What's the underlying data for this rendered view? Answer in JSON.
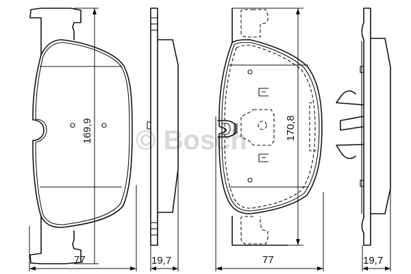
{
  "watermark": {
    "text": "© Bosch",
    "color": "#d0d0d0"
  },
  "views": [
    {
      "id": "front-view-1",
      "height_label": "169,9",
      "width_label": "77"
    },
    {
      "id": "side-view-1",
      "thickness_label": "19,7"
    },
    {
      "id": "front-view-2",
      "height_label": "170,8",
      "width_label": "77"
    },
    {
      "id": "side-view-2",
      "thickness_label": "19,7"
    }
  ],
  "colors": {
    "line": "#111111",
    "background": "#ffffff"
  }
}
